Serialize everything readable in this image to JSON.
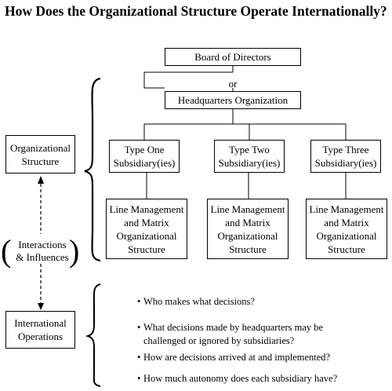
{
  "title": "How Does the Organizational Structure Operate Internationally?",
  "board": "Board of Directors",
  "or_label": "or",
  "hq": "Headquarters Organization",
  "subsidiaries": [
    {
      "type_line1": "Type One",
      "type_line2": "Subsidiary(ies)"
    },
    {
      "type_line1": "Type Two",
      "type_line2": "Subsidiary(ies)"
    },
    {
      "type_line1": "Type Three",
      "type_line2": "Subsidiary(ies)"
    }
  ],
  "line_mgmt": [
    "Line Management",
    "and Matrix",
    "Organizational",
    "Structure"
  ],
  "left": {
    "org_structure": [
      "Organizational",
      "Structure"
    ],
    "interactions": [
      "Interactions",
      "& Influences"
    ],
    "intl_ops": [
      "International",
      "Operations"
    ]
  },
  "questions": [
    [
      "Who makes what decisions?"
    ],
    [
      "What decisions made by headquarters may be",
      "challenged or ignored by subsidiaries?"
    ],
    [
      "How are decisions arrived at and implemented?"
    ],
    [
      "How much autonomy does each subsidiary have?"
    ]
  ]
}
